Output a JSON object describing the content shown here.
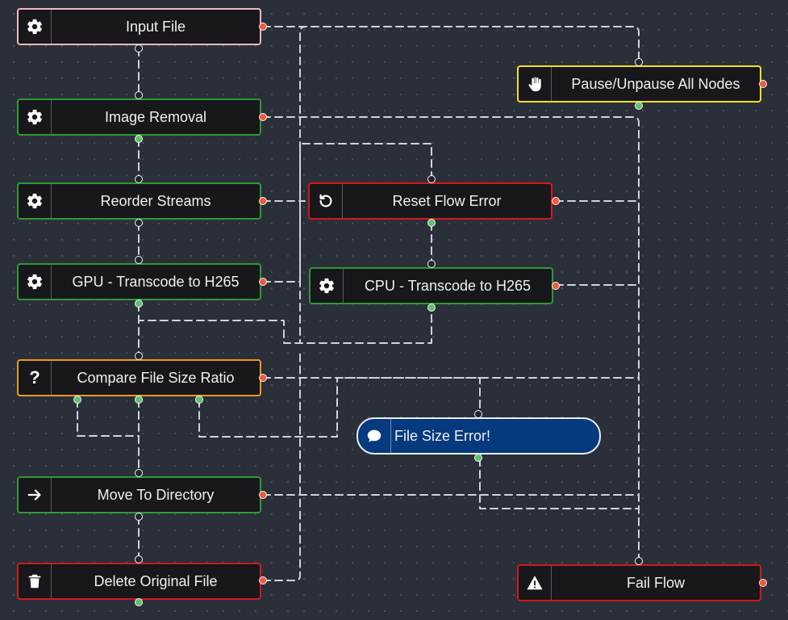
{
  "nodes": {
    "input_file": {
      "label": "Input File",
      "icon": "gear-icon",
      "border": "#f3b8c1"
    },
    "image_removal": {
      "label": "Image Removal",
      "icon": "gear-icon",
      "border": "#2e9a32"
    },
    "reorder_streams": {
      "label": "Reorder Streams",
      "icon": "gear-icon",
      "border": "#2e9a32"
    },
    "gpu_transcode": {
      "label": "GPU - Transcode to H265",
      "icon": "gear-icon",
      "border": "#2e9a32"
    },
    "compare_ratio": {
      "label": "Compare File Size Ratio",
      "icon": "question-icon",
      "border": "#e89b1b"
    },
    "move_directory": {
      "label": "Move To Directory",
      "icon": "arrow-right-icon",
      "border": "#2e9a32"
    },
    "delete_original": {
      "label": "Delete Original File",
      "icon": "trash-icon",
      "border": "#d11a1a"
    },
    "pause_unpause": {
      "label": "Pause/Unpause All Nodes",
      "icon": "hand-icon",
      "border": "#f2e21b"
    },
    "reset_flow_error": {
      "label": "Reset Flow Error",
      "icon": "reset-icon",
      "border": "#d11a1a"
    },
    "cpu_transcode": {
      "label": "CPU - Transcode to H265",
      "icon": "gear-icon",
      "border": "#2e9a32"
    },
    "file_size_error": {
      "label": "File Size Error!",
      "icon": "comment-icon",
      "border": "#e8eef5"
    },
    "fail_flow": {
      "label": "Fail Flow",
      "icon": "warning-icon",
      "border": "#d11a1a"
    }
  },
  "colors": {
    "canvas": "#2b2f3a",
    "node_fill": "#17171c",
    "comment_fill": "#053a7e",
    "edge": "#cfd3da",
    "port_success": "#5ec26a",
    "port_error": "#f05a3a"
  }
}
